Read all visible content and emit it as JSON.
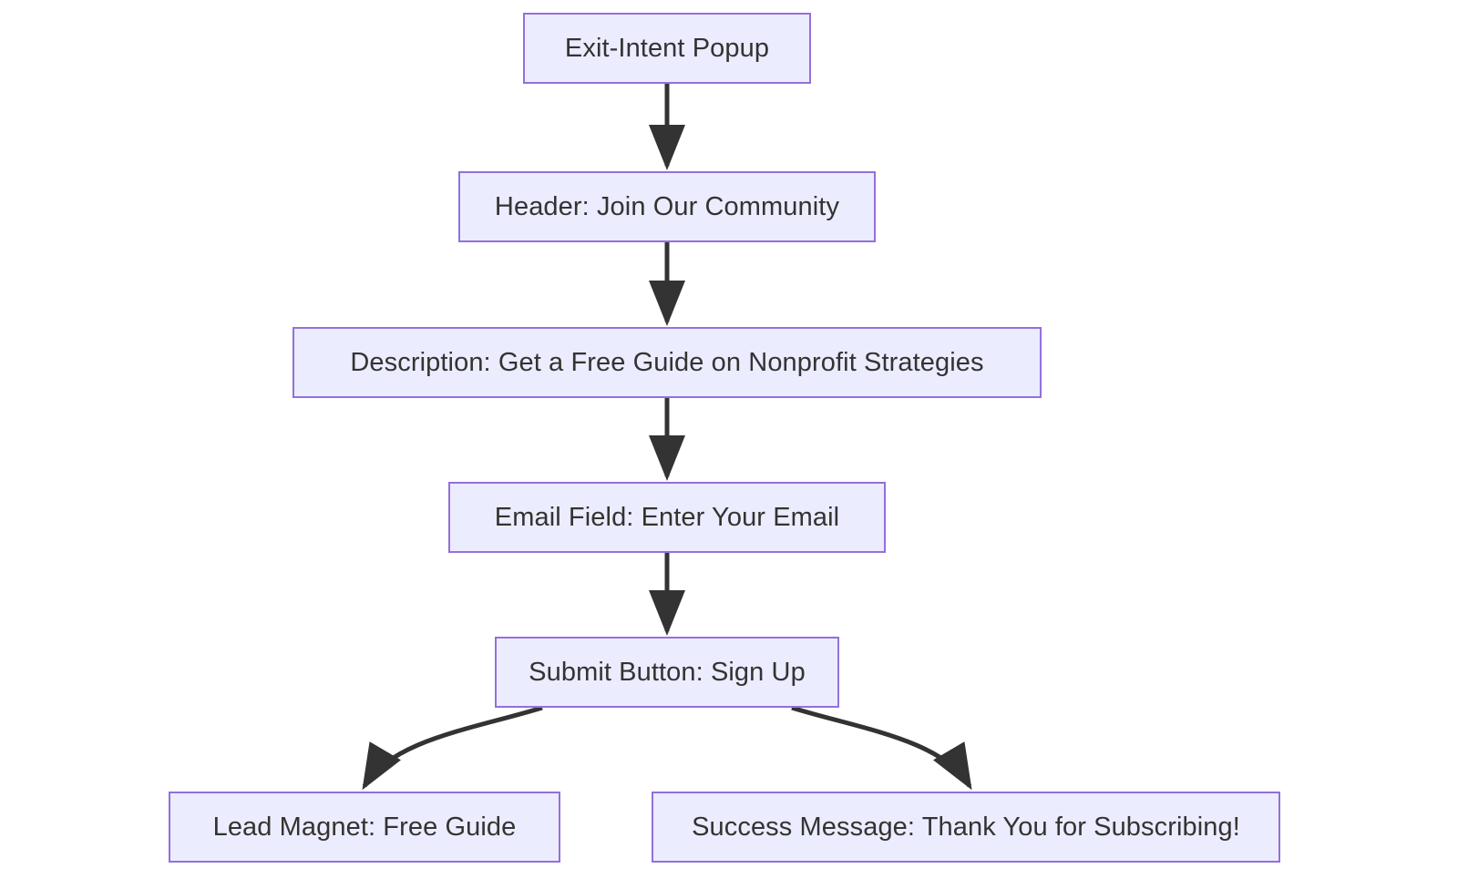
{
  "diagram": {
    "type": "flowchart",
    "direction": "top-to-bottom",
    "background_color": "#FFFFFF",
    "node_fill_color": "#ECECFF",
    "node_border_color": "#9370DB",
    "node_text_color": "#333333",
    "edge_color": "#333333",
    "nodes": [
      {
        "id": "exit-intent-popup",
        "label": "Exit-Intent Popup"
      },
      {
        "id": "header",
        "label": "Header: Join Our Community"
      },
      {
        "id": "description",
        "label": "Description: Get a Free Guide on Nonprofit Strategies"
      },
      {
        "id": "email-field",
        "label": "Email Field: Enter Your Email"
      },
      {
        "id": "submit-button",
        "label": "Submit Button: Sign Up"
      },
      {
        "id": "lead-magnet",
        "label": "Lead Magnet: Free Guide"
      },
      {
        "id": "success-message",
        "label": "Success Message: Thank You for Subscribing!"
      }
    ],
    "edges": [
      {
        "from": "exit-intent-popup",
        "to": "header",
        "label": ""
      },
      {
        "from": "header",
        "to": "description",
        "label": ""
      },
      {
        "from": "description",
        "to": "email-field",
        "label": ""
      },
      {
        "from": "email-field",
        "to": "submit-button",
        "label": ""
      },
      {
        "from": "submit-button",
        "to": "lead-magnet",
        "label": ""
      },
      {
        "from": "submit-button",
        "to": "success-message",
        "label": ""
      }
    ]
  }
}
